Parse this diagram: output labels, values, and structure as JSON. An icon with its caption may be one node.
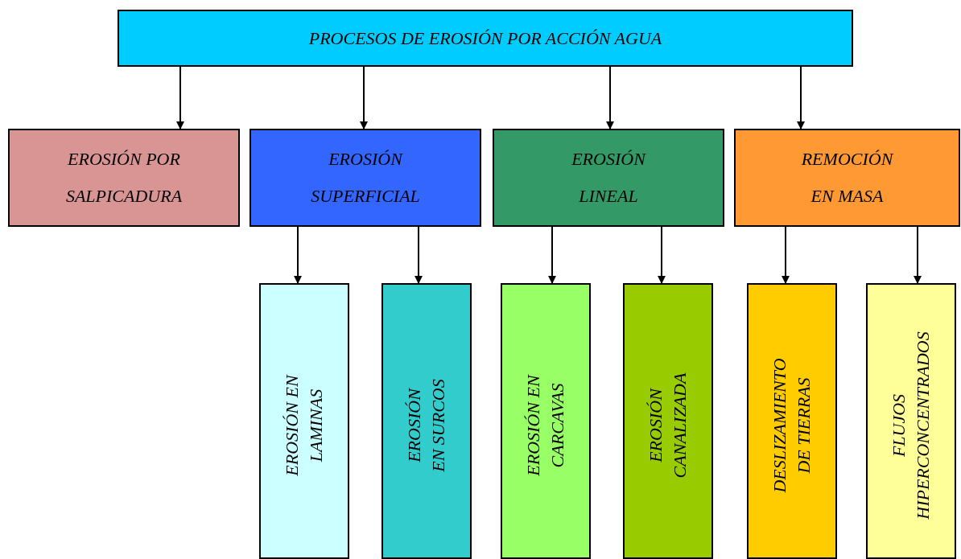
{
  "diagram": {
    "nodes": [
      {
        "text": [
          "PROCESOS DE EROSIÓN POR ACCIÓN AGUA"
        ]
      },
      {
        "text": [
          "EROSIÓN POR SALPICADURA"
        ]
      },
      {
        "text": [
          "EROSIÓN SUPERFICIAL"
        ]
      },
      {
        "text": [
          "EROSIÓN LINEAL"
        ]
      },
      {
        "text": [
          "REMOCIÓN EN MASA"
        ]
      },
      {
        "text": [
          "EROSIÓN EN LAMINAS"
        ]
      },
      {
        "text": [
          "EROSIÓN EN SURCOS"
        ]
      },
      {
        "text": [
          "EROSIÓN EN CARCAVAS"
        ]
      },
      {
        "text": [
          "EROSIÓN CANALIZADA"
        ]
      },
      {
        "text": [
          "DESLIZAMIENTO DE TIERRAS"
        ]
      },
      {
        "text": [
          "FLUJOS HIPERCONCENTRADOS"
        ]
      }
    ],
    "edges": [
      {
        "from": 0,
        "to": 1,
        "arrow": "to"
      },
      {
        "from": 0,
        "to": 2,
        "arrow": "to"
      },
      {
        "from": 0,
        "to": 3,
        "arrow": "to"
      },
      {
        "from": 0,
        "to": 4,
        "arrow": "to"
      },
      {
        "from": 2,
        "to": 5,
        "arrow": "to"
      },
      {
        "from": 2,
        "to": 6,
        "arrow": "to"
      },
      {
        "from": 3,
        "to": 7,
        "arrow": "to"
      },
      {
        "from": 3,
        "to": 8,
        "arrow": "to"
      },
      {
        "from": 4,
        "to": 9,
        "arrow": "to"
      },
      {
        "from": 4,
        "to": 10,
        "arrow": "to"
      }
    ]
  }
}
